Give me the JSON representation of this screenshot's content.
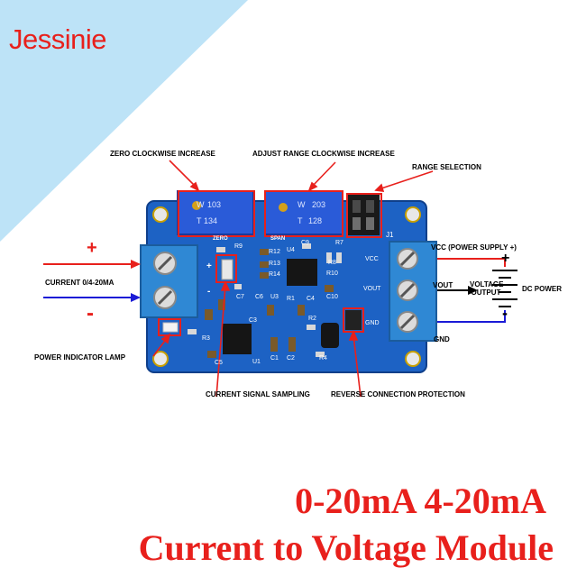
{
  "brand": {
    "name": "Jessinie",
    "color": "#e8201c"
  },
  "colors": {
    "pcb": "#1d62c4",
    "terminal": "#2f88d4",
    "accent_red": "#e8201c",
    "wire_blue": "#1b1bd6",
    "corner_blue": "#bde3f7"
  },
  "callouts": {
    "zero": "ZERO CLOCKWISE INCREASE",
    "adjust": "ADJUST RANGE CLOCKWISE INCREASE",
    "range": "RANGE SELECTION",
    "vcc": "VCC (POWER SUPPLY +)",
    "current_in": "CURRENT 0/4-20MA",
    "vout": "VOUT",
    "voltage_output": "VOLTAGE OUTPUT",
    "dc_power": "DC POWER",
    "gnd": "GND",
    "power_lamp": "POWER INDICATOR LAMP",
    "sampling": "CURRENT SIGNAL SAMPLING",
    "reverse": "REVERSE CONNECTION PROTECTION",
    "plus": "+",
    "minus": "-"
  },
  "silkscreen": {
    "pot1_line1": "103",
    "pot1_line2": "134",
    "pot1_w": "W",
    "pot1_t": "T",
    "pot2_line1": "203",
    "pot2_line2": "128",
    "pot2_w": "W",
    "pot2_t": "T",
    "zero": "ZERO",
    "span": "SPAN",
    "r9": "R9",
    "r12": "R12",
    "r13": "R13",
    "r14": "R14",
    "c9": "C9",
    "u4": "U4",
    "c7": "C7",
    "c6": "C6",
    "u3": "U3",
    "r1": "R1",
    "c4": "C4",
    "c10": "C10",
    "r10": "R10",
    "r8": "R8",
    "r7": "R7",
    "c3": "C3",
    "r3": "R3",
    "c1": "C1",
    "c2": "C2",
    "r2": "R2",
    "r4": "R4",
    "u1": "U1",
    "c5": "C5",
    "j1": "J1",
    "vcc": "VCC",
    "vout": "VOUT",
    "gnd": "GND",
    "plus": "+",
    "minus": "-"
  },
  "titles": {
    "line1": "0-20mA 4-20mA",
    "line2": "Current to Voltage Module"
  }
}
